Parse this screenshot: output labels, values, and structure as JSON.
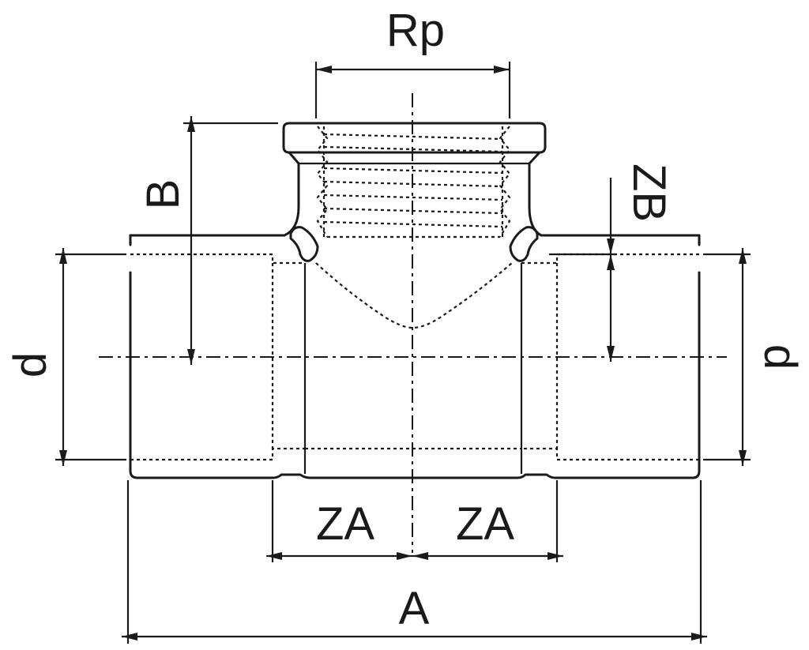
{
  "diagram": {
    "labels": {
      "rp": "Rp",
      "b": "B",
      "zb": "ZB",
      "d_left": "d",
      "d_right": "d",
      "za_left": "ZA",
      "za_right": "ZA",
      "a": "A"
    },
    "colors": {
      "line": "#1a1a1a",
      "background": "#ffffff"
    }
  }
}
